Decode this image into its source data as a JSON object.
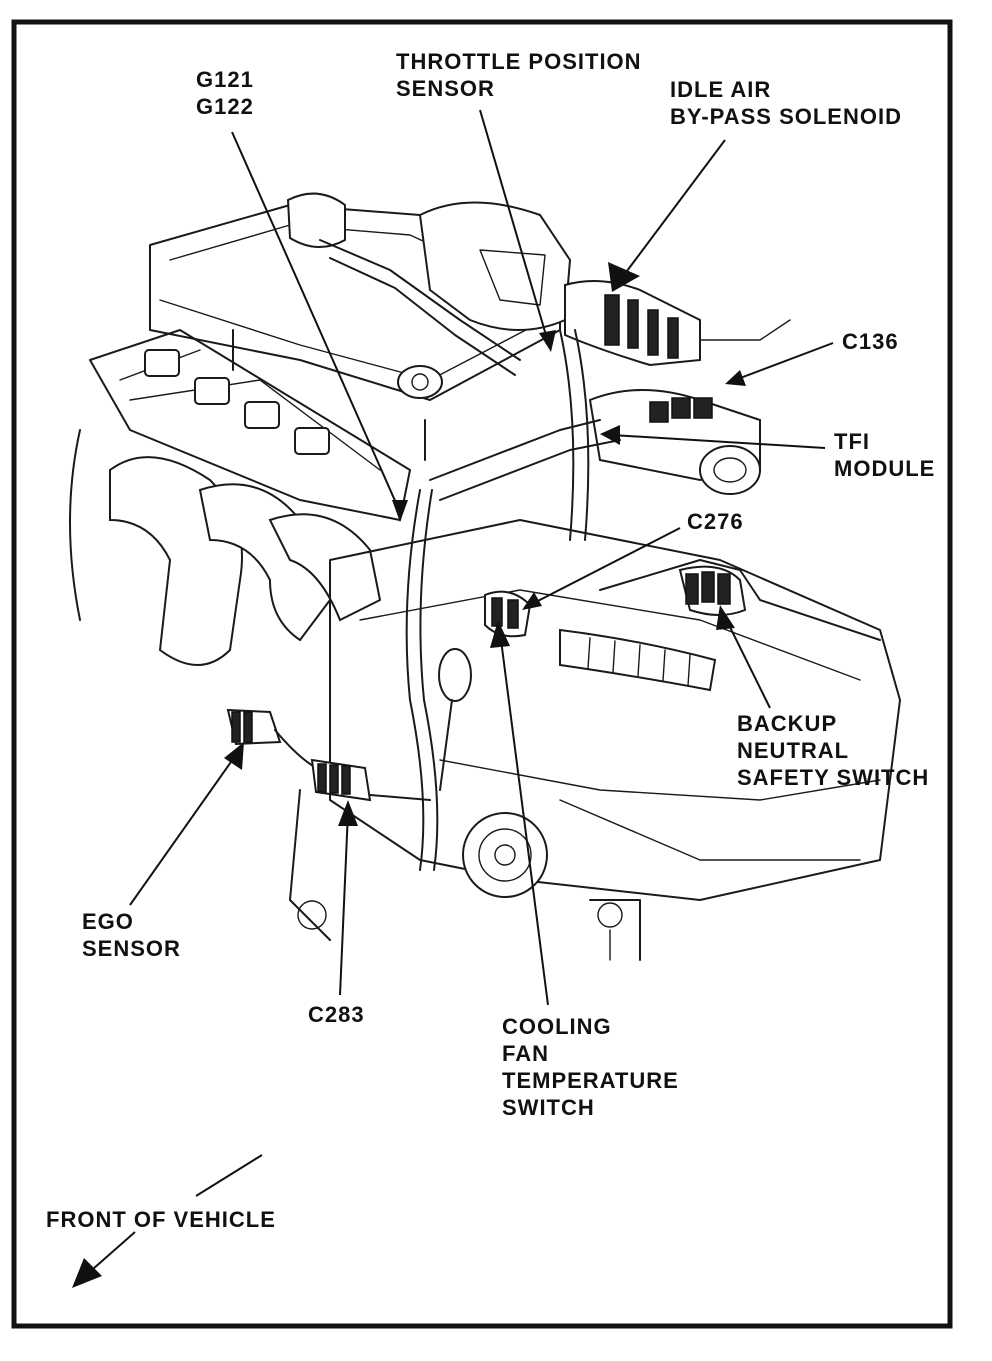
{
  "labels": {
    "g121": "G121",
    "g122": "G122",
    "throttle_1": "THROTTLE POSITION",
    "throttle_2": "SENSOR",
    "idle_1": "IDLE AIR",
    "idle_2": "BY-PASS SOLENOID",
    "c136": "C136",
    "tfi_1": "TFI",
    "tfi_2": "MODULE",
    "c276": "C276",
    "backup_1": "BACKUP",
    "backup_2": "NEUTRAL",
    "backup_3": "SAFETY SWITCH",
    "ego_1": "EGO",
    "ego_2": "SENSOR",
    "c283": "C283",
    "cooling_1": "COOLING",
    "cooling_2": "FAN",
    "cooling_3": "TEMPERATURE",
    "cooling_4": "SWITCH",
    "front": "FRONT OF VEHICLE"
  },
  "colors": {
    "ink": "#111111",
    "paper": "#ffffff"
  }
}
